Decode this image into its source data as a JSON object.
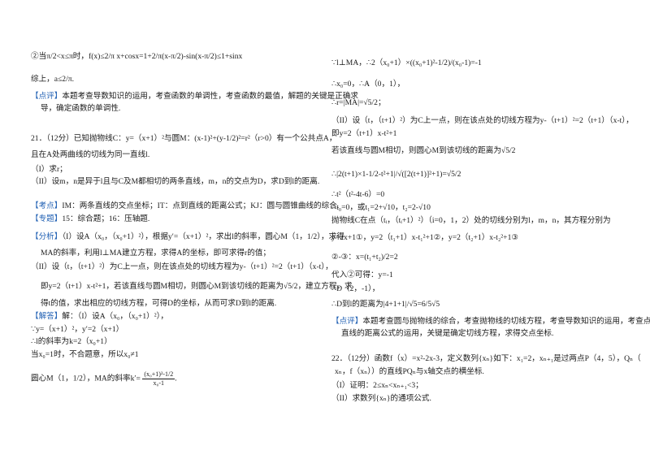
{
  "left": {
    "l1": "②当π/2<x≤π时，f(x)≤2/π x+cosx=1+2/π(x-π/2)-sin(x-π/2)≤1+sinx",
    "l2": "综上，a≤2/π.",
    "review_tag": "【点评】",
    "review_1": "本题考查导数知识的运用，考查函数的单调性，考查函数的最值，解题的关键是正确求",
    "review_2": "导，确定函数的单调性.",
    "q21_1": "21．（12分）已知抛物线C：y=（x+1）²与圆M：(x-1)²+(y-1/2)²=r²（r>0）有一个公共点A，",
    "q21_2": "且在A处两曲线的切线为同一直线l.",
    "q21_3": "（I）求r；",
    "q21_4": "（II）设m，n是异于l且与C及M都相切的两条直线，m，n的交点为D，求D到l的距离.",
    "kd_tag": "【考点】",
    "kd_text": "IM：两条直线的交点坐标；IT：点到直线的距离公式；KJ：圆与圆锥曲线的综合.",
    "zt_tag": "【专题】",
    "zt_text": "15：综合题；16：压轴题.",
    "fx_tag": "【分析】",
    "fx_1": "（I）设A（x₀，（x₀+1）²），根据y′=（x+1）²，求出l的斜率，圆心M（1，1/2），求得",
    "fx_2": "MA的斜率，利用l⊥MA建立方程，求得A的坐标，即可求得r的值；",
    "fx_3": "（II）设（t，（t+1）²）为C上一点，则在该点处的切线方程为y-（t+1）²=2（t+1）（x-t），",
    "fx_4": "即y=2（t+1）x-t²+1，若该直线与圆M相切，则圆心M到该切线的距离为√5/2，建立方程，求",
    "fx_5": "得t的值，求出相应的切线方程，可得D的坐标，从而可求D到l的距离.",
    "jd_tag": "【解答】",
    "jd_text": "解：（I）设A（x₀，（x₀+1）²），",
    "a1": "∵y=（x+1）²，y′=2（x+1）",
    "a2": "∴l的斜率为k=2（x₀+1）",
    "a3": "当x₀=1时，不合题意，所以x₀≠1",
    "a4_pre": "圆心M（1，1/2），MA的斜率k′=",
    "a4_num": "(x₀+1)²-1/2",
    "a4_den": "x₀-1",
    "a4_end": "."
  },
  "right": {
    "r1": "∵l⊥MA，∴2（x₀+1）×((x₀+1)²-1/2)/(x₀-1)=-1",
    "r2": "∴x₀=0，∴A（0，1），",
    "r3": "∴r=|MA|=√5/2；",
    "r4": "（II）设（t，（t+1）²）为C上一点，则在该点处的切线方程为y-（t+1）²=2（t+1）（x-t），",
    "r5": "即y=2（t+1）x-t²+1",
    "r6": "若该直线与圆M相切，则圆心M到该切线的距离为√5/2",
    "r7": "∴|2(t+1)×1-1/2-t²+1|/√([2(t+1)]²+1)=√5/2",
    "r8": "∴t²（t²-4t-6）=0",
    "r9": "∴t₀=0，或t₁=2+√10，t₂=2-√10",
    "r10": "抛物线C在点（tᵢ，（tᵢ+1）²）（i=0，1，2）处的切线分别为l，m，n，其方程分别为",
    "r11": "y=2x+1①，y=2（t₁+1）x-t₁²+1②，y=2（t₂+1）x-t₂²+1③",
    "r12": "②-③：x=(t₁+t₂)/2=2",
    "r13": "代入②可得：y=-1",
    "r14": "∴D（2，-1），",
    "r15": "∴D到l的距离为|4+1+1|/√5=6/5√5",
    "pp_tag": "【点评】",
    "pp_1": "本题考查圆与抛物线的综合，考查抛物线的切线方程，考查导数知识的运用，考查点到",
    "pp_2": "直线的距离公式的运用，关键是确定切线方程，求得交点坐标.",
    "q22_1": "22．（12分）函数f（x）=x²-2x-3，定义数列{xₙ}如下：x₁=2，xₙ₊₁是过两点P（4，5），Qₙ（",
    "q22_2": "xₙ，f（xₙ））的直线PQₙ与x轴交点的横坐标.",
    "q22_3": "（I）证明：2≤xₙ<xₙ₊₁<3；",
    "q22_4": "（II）求数列{xₙ}的通项公式."
  },
  "colors": {
    "accent": "#1f5fb3"
  }
}
